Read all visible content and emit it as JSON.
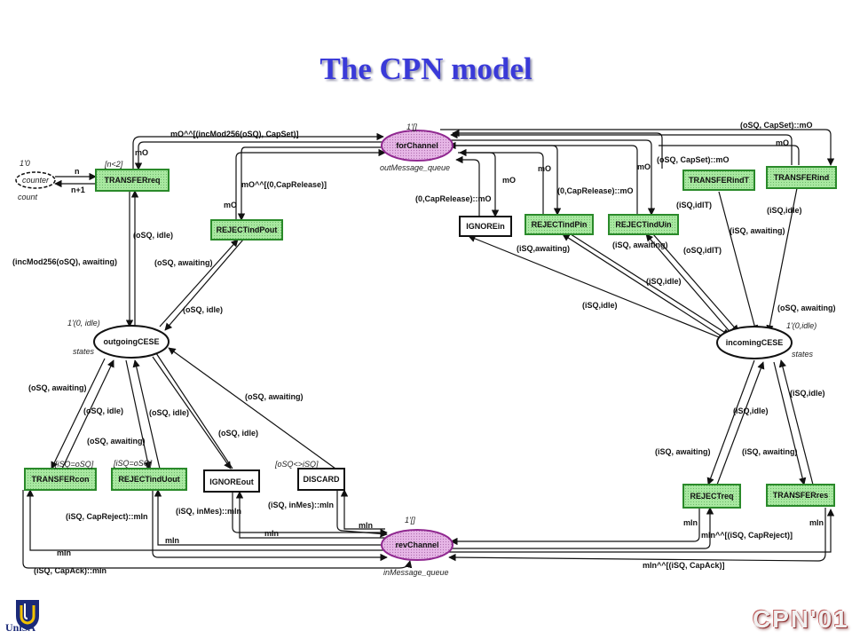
{
  "slide": {
    "title": "The CPN model",
    "footer_left": "UniSA",
    "footer_right": "CPN'01"
  },
  "places": {
    "forChannel": {
      "name": "forChannel",
      "initial": "1'[]",
      "type": "outMessage_queue"
    },
    "revChannel": {
      "name": "revChannel",
      "initial": "1'[]",
      "type": "inMessage_queue"
    },
    "outgoingCESE": {
      "name": "outgoingCESE",
      "initial": "1'(0, idle)",
      "type": "states"
    },
    "incomingCESE": {
      "name": "incomingCESE",
      "initial": "1'(0,idle)",
      "type": "states"
    },
    "counter": {
      "name": "counter",
      "initial": "1'0",
      "type": "count"
    }
  },
  "transitions": {
    "TRANSFERreq": {
      "name": "TRANSFERreq",
      "guard": "[n<2]"
    },
    "REJECTindPout": {
      "name": "REJECTindPout"
    },
    "IGNOREin": {
      "name": "IGNOREin"
    },
    "REJECTindPin": {
      "name": "REJECTindPin"
    },
    "REJECTindUin": {
      "name": "REJECTindUin"
    },
    "TRANSFERindT": {
      "name": "TRANSFERindT"
    },
    "TRANSFERind": {
      "name": "TRANSFERind"
    },
    "TRANSFERcon": {
      "name": "TRANSFERcon",
      "guard": "[iSQ=oSQ]"
    },
    "REJECTindUout": {
      "name": "REJECTindUout",
      "guard": "[iSQ=oSQ]"
    },
    "IGNOREout": {
      "name": "IGNOREout"
    },
    "DISCARD": {
      "name": "DISCARD",
      "guard": "[oSQ<>iSQ]"
    },
    "REJECTreq": {
      "name": "REJECTreq"
    },
    "TRANSFERres": {
      "name": "TRANSFERres"
    }
  },
  "arc_labels": {
    "a01": "mO^^[(incMod256(oSQ), CapSet)]",
    "a02": "mO",
    "a03": "n",
    "a04": "n+1",
    "a05": "(oSQ, idle)",
    "a06": "(incMod256(oSQ), awaiting)",
    "a07": "mO^^[(0,CapRelease)]",
    "a08": "mO",
    "a09": "(oSQ, awaiting)",
    "a10": "(oSQ, idle)",
    "a11": "(0,CapRelease)::mO",
    "a12": "mO",
    "a13": "mO",
    "a14": "(0,CapRelease)::mO",
    "a15": "mO",
    "a16": "(oSQ, CapSet)::mO",
    "a17": "(oSQ, CapSet)::mO",
    "a18": "mO",
    "a19": "(iSQ,idlT)",
    "a20": "(iSQ,idle)",
    "a21": "(iSQ, awaiting)",
    "a22": "(iSQ,awaiting)",
    "a23": "(iSQ, awaiting)",
    "a24": "(oSQ,idlT)",
    "a25": "(iSQ,idle)",
    "a26": "(iSQ,idle)",
    "a27": "(oSQ, awaiting)",
    "a28": "(oSQ, awaiting)",
    "a29": "(oSQ, idle)",
    "a30": "(oSQ, idle)",
    "a31": "(oSQ, awaiting)",
    "a32": "(oSQ, idle)",
    "a33": "(oSQ, awaiting)",
    "a34": "(iSQ, CapReject)::mIn",
    "a35": "mIn",
    "a36": "(iSQ, inMes)::mIn",
    "a37": "mIn",
    "a38": "(iSQ, inMes)::mIn",
    "a39": "mIn",
    "a40": "mIn",
    "a41": "(iSQ, CapAck)::mIn",
    "a42": "(iSQ,idle)",
    "a43": "(iSQ,idle)",
    "a44": "(iSQ, awaiting)",
    "a45": "(iSQ, awaiting)",
    "a46": "mIn",
    "a47": "mIn^^[(iSQ, CapReject)]",
    "a48": "mIn",
    "a49": "mIn^^[(iSQ, CapAck)]"
  },
  "colors": {
    "title": "#3a3ad8",
    "transition_fill": "#a8e8a0",
    "transition_border": "#2a8a2a",
    "channel_fill": "#e8b8e8",
    "channel_border": "#902890",
    "arc": "#111111"
  }
}
